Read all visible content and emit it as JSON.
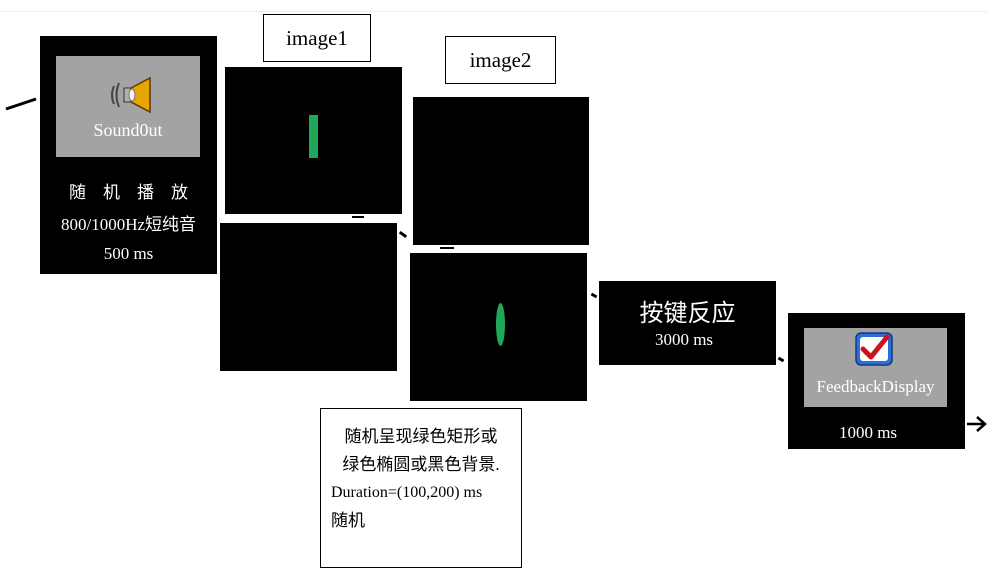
{
  "labels": {
    "image1": "image1",
    "image2": "image2"
  },
  "sound": {
    "icon": "speaker-icon",
    "name": "Sound0ut",
    "line1": "随　机　播　放",
    "line2": "800/1000Hz短纯音",
    "line3": "500  ms"
  },
  "response": {
    "title": "按键反应",
    "duration": "3000  ms"
  },
  "feedback": {
    "icon": "checkmark-icon",
    "name": "FeedbackDisplay",
    "duration": "1000  ms"
  },
  "note": {
    "line1": "随机呈现绿色矩形或",
    "line2": "绿色椭圆或黑色背景.",
    "line3": "Duration=(100,200) ms",
    "line4": "随机"
  },
  "colors": {
    "stimulus_green": "#1fa85a",
    "panel_gray": "#a3a3a3",
    "speaker_yellow": "#e8a400",
    "check_red": "#d0101a",
    "check_bg": "#2b6fd6"
  }
}
